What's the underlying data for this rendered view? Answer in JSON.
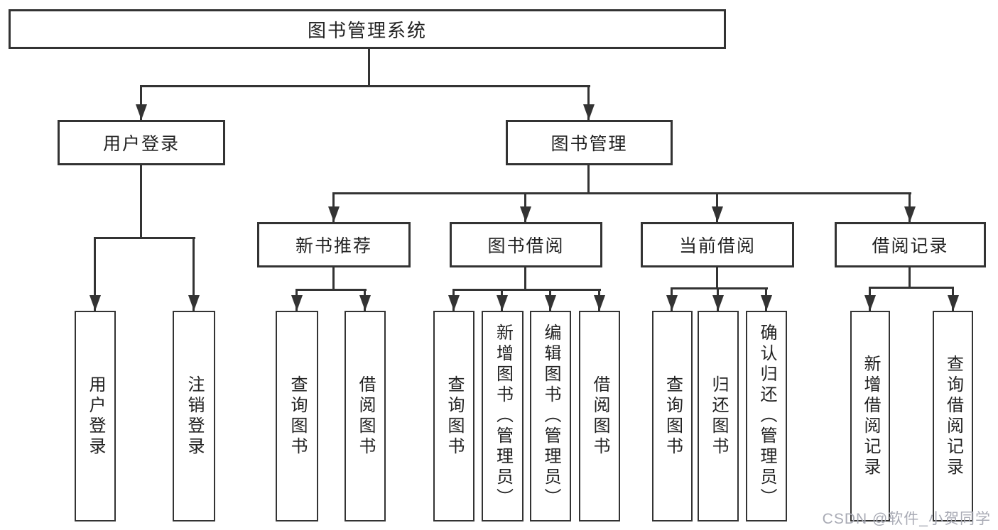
{
  "colors": {
    "line": "#333333",
    "text": "#222222",
    "box_background": "#ffffff",
    "watermark": "#a9abb5"
  },
  "diagram": {
    "root": {
      "label": "图书管理系统"
    },
    "branches": [
      {
        "label": "用户登录"
      },
      {
        "label": "图书管理"
      }
    ],
    "modules": [
      {
        "label": "新书推荐"
      },
      {
        "label": "图书借阅"
      },
      {
        "label": "当前借阅"
      },
      {
        "label": "借阅记录"
      }
    ],
    "leaves": [
      {
        "label": "用户登录"
      },
      {
        "label": "注销登录"
      },
      {
        "label": "查询图书"
      },
      {
        "label": "借阅图书"
      },
      {
        "label": "查询图书"
      },
      {
        "label": "新增图书（管理员）"
      },
      {
        "label": "编辑图书（管理员）"
      },
      {
        "label": "借阅图书"
      },
      {
        "label": "查询图书"
      },
      {
        "label": "归还图书"
      },
      {
        "label": "确认归还（管理员）"
      },
      {
        "label": "新增借阅记录"
      },
      {
        "label": "查询借阅记录"
      }
    ]
  },
  "watermark": {
    "text": "CSDN @软件_小贺同学"
  }
}
